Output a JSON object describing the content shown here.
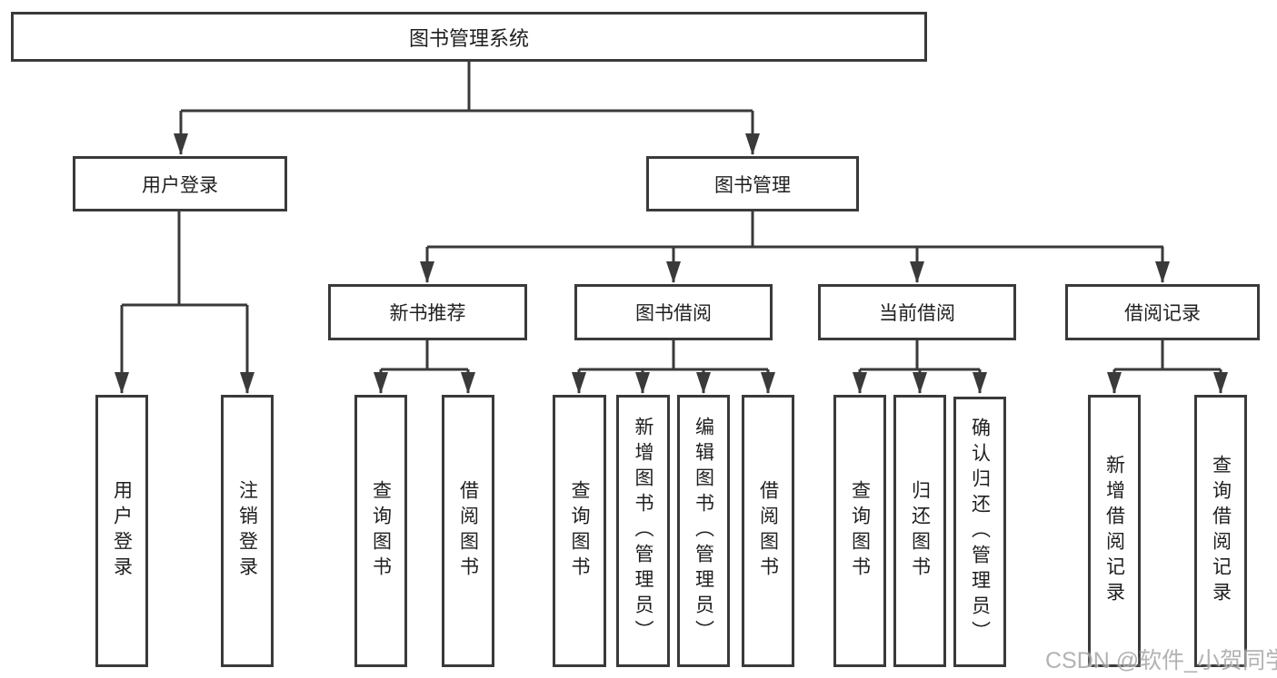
{
  "nodes": {
    "root": "图书管理系统",
    "l2": [
      "用户登录",
      "图书管理"
    ],
    "l3": [
      "新书推荐",
      "图书借阅",
      "当前借阅",
      "借阅记录"
    ],
    "l4": [
      "用户登录",
      "注销登录",
      "查询图书",
      "借阅图书",
      "查询图书",
      "新增图书（管理员）",
      "编辑图书（管理员）",
      "借阅图书",
      "查询图书",
      "归还图书",
      "确认归还（管理员）",
      "新增借阅记录",
      "查询借阅记录"
    ]
  },
  "hierarchy": {
    "图书管理系统": [
      "用户登录",
      "图书管理"
    ],
    "用户登录": [
      "用户登录",
      "注销登录"
    ],
    "图书管理": [
      "新书推荐",
      "图书借阅",
      "当前借阅",
      "借阅记录"
    ],
    "新书推荐": [
      "查询图书",
      "借阅图书"
    ],
    "图书借阅": [
      "查询图书",
      "新增图书（管理员）",
      "编辑图书（管理员）",
      "借阅图书"
    ],
    "当前借阅": [
      "查询图书",
      "归还图书",
      "确认归还（管理员）"
    ],
    "借阅记录": [
      "新增借阅记录",
      "查询借阅记录"
    ]
  },
  "watermark": "CSDN @软件_小贺同学",
  "colors": {
    "line": "#3a3a3a",
    "text": "#1f1f1f",
    "background": "#ffffff",
    "watermark": "#a6a6a6"
  }
}
